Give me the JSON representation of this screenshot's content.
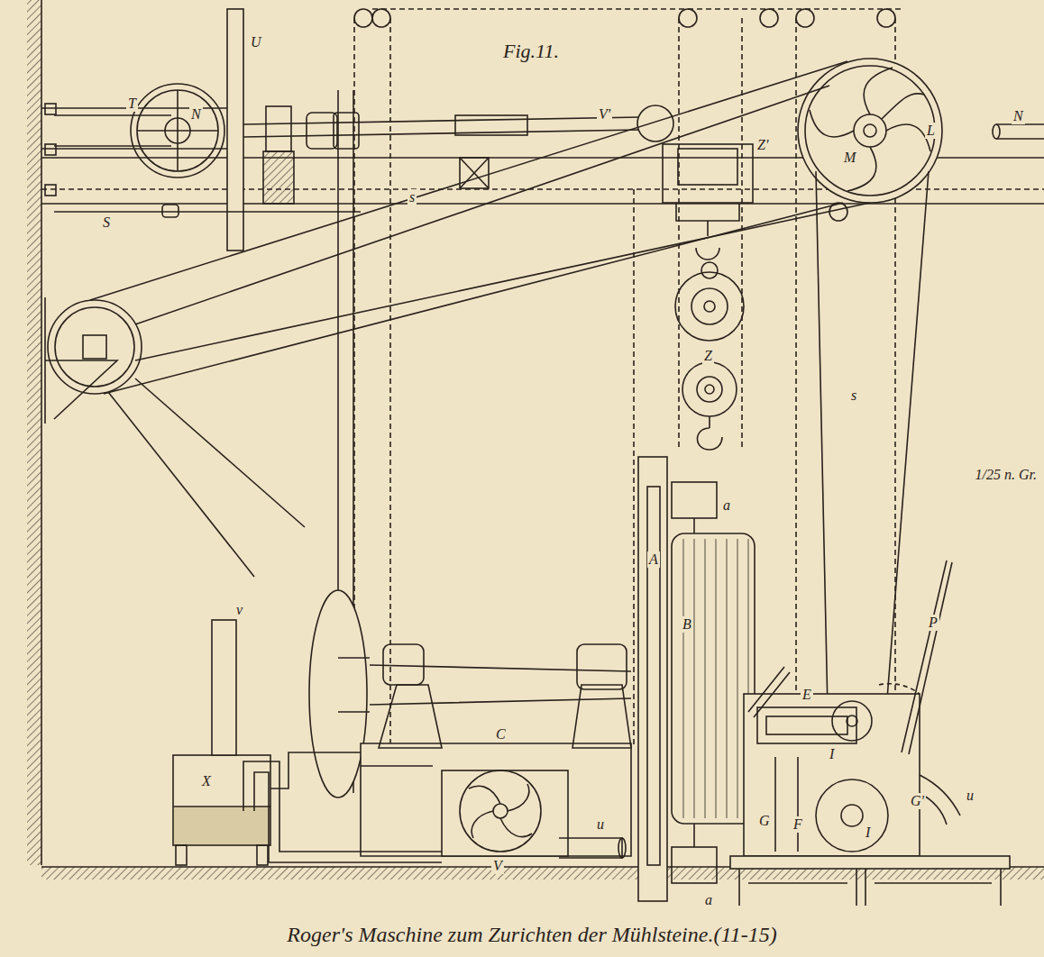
{
  "diagram": {
    "title": "Fig.11.",
    "caption": "Roger's Maschine zum Zurichten der Mühlsteine.(11-15)",
    "labels": [
      "U",
      "T",
      "N",
      "S",
      "s",
      "V'",
      "Z'",
      "L",
      "M",
      "N",
      "Z",
      "s",
      "1/25 n. Gr.",
      "a",
      "A",
      "B",
      "v",
      "X",
      "C",
      "V",
      "u",
      "E",
      "P",
      "I",
      "G",
      "G'",
      "F",
      "I",
      "u",
      "a"
    ]
  }
}
